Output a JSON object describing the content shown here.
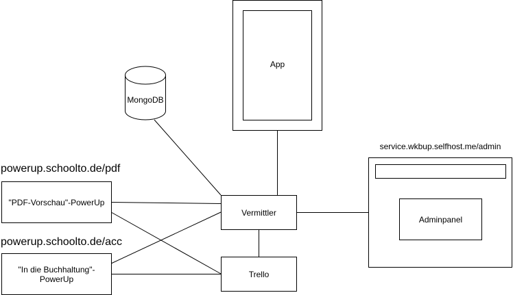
{
  "diagram": {
    "nodes": {
      "app": {
        "label": "App"
      },
      "mongodb": {
        "label": "MongoDB"
      },
      "vermittler": {
        "label": "Vermittler"
      },
      "trello": {
        "label": "Trello"
      },
      "pdf_powerup": {
        "label": "\"PDF-Vorschau\"-PowerUp",
        "url": "powerup.schoolto.de/pdf"
      },
      "acc_powerup": {
        "label_line1": "\"In die Buchhaltung\"-",
        "label_line2": "PowerUp",
        "url": "powerup.schoolto.de/acc"
      },
      "admin": {
        "label": "Adminpanel",
        "url": "service.wkbup.selfhost.me/admin"
      }
    },
    "edges": [
      {
        "from": "mongodb",
        "to": "vermittler"
      },
      {
        "from": "app",
        "to": "vermittler"
      },
      {
        "from": "admin",
        "to": "vermittler"
      },
      {
        "from": "vermittler",
        "to": "trello"
      },
      {
        "from": "pdf_powerup",
        "to": "vermittler"
      },
      {
        "from": "pdf_powerup",
        "to": "trello"
      },
      {
        "from": "acc_powerup",
        "to": "vermittler"
      },
      {
        "from": "acc_powerup",
        "to": "trello"
      }
    ]
  }
}
